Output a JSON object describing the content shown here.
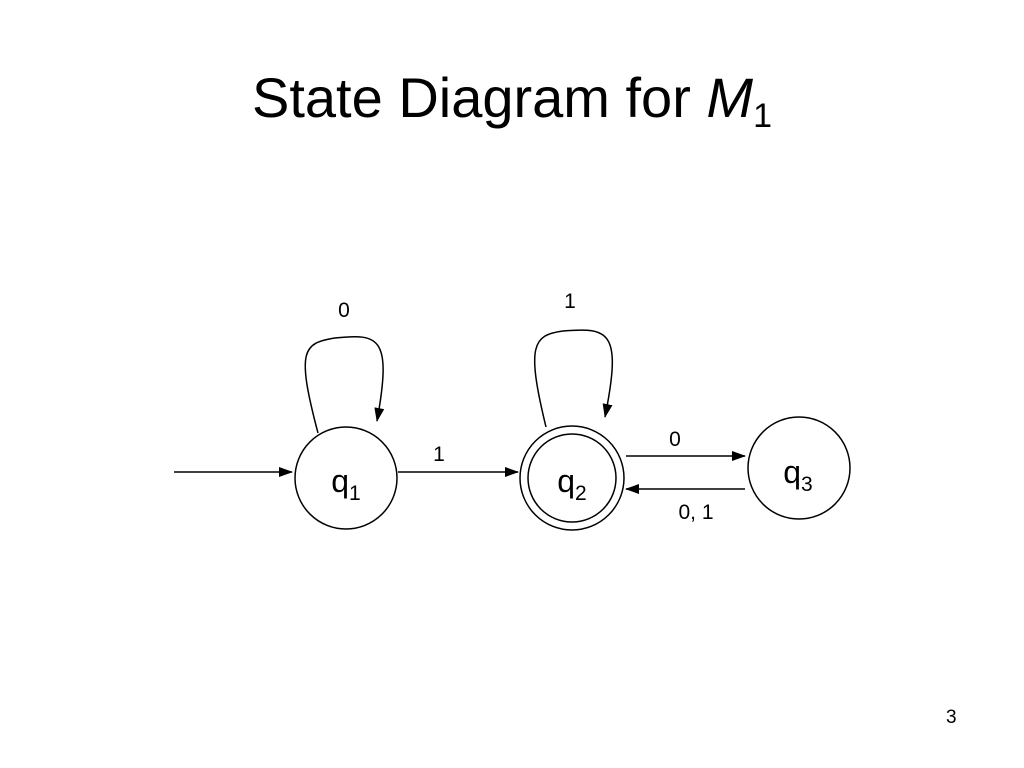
{
  "slide": {
    "title_text": "State Diagram for ",
    "title_var": "M",
    "title_sub": "1",
    "page_number": "3"
  },
  "diagram": {
    "states": [
      {
        "id": "q1",
        "base": "q",
        "sub": "1",
        "accept": false,
        "start": true
      },
      {
        "id": "q2",
        "base": "q",
        "sub": "2",
        "accept": true,
        "start": false
      },
      {
        "id": "q3",
        "base": "q",
        "sub": "3",
        "accept": false,
        "start": false
      }
    ],
    "transitions": [
      {
        "from": "q1",
        "to": "q1",
        "label": "0"
      },
      {
        "from": "q1",
        "to": "q2",
        "label": "1"
      },
      {
        "from": "q2",
        "to": "q2",
        "label": "1"
      },
      {
        "from": "q2",
        "to": "q3",
        "label": "0"
      },
      {
        "from": "q3",
        "to": "q2",
        "label": "0, 1"
      }
    ],
    "colors": {
      "stroke": "#000000",
      "fill": "#ffffff"
    }
  }
}
